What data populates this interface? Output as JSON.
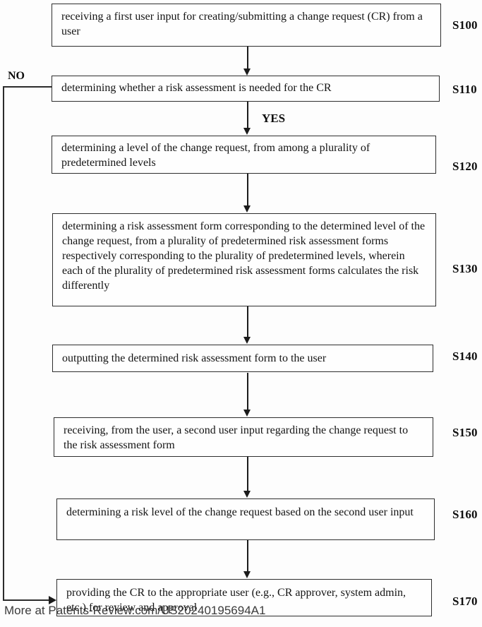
{
  "page": {
    "watermark": "More at Patents-Review.com/US20240195694A1"
  },
  "flowchart": {
    "no_label": "NO",
    "yes_label": "YES",
    "steps": [
      {
        "id": "S100",
        "text": "receiving a first user input for creating/submitting a change request (CR) from a user"
      },
      {
        "id": "S110",
        "text": "determining whether a risk assessment is needed for the CR"
      },
      {
        "id": "S120",
        "text": "determining a level of the change request, from among a plurality of predetermined levels"
      },
      {
        "id": "S130",
        "text": "determining a risk assessment form corresponding to the determined level of the change request, from a plurality of predetermined risk assessment forms respectively corresponding to the plurality of predetermined levels, wherein each of the plurality of predetermined risk assessment forms calculates the risk differently"
      },
      {
        "id": "S140",
        "text": "outputting the determined risk assessment form to the user"
      },
      {
        "id": "S150",
        "text": "receiving, from the user, a second user input regarding the change request to the risk assessment form"
      },
      {
        "id": "S160",
        "text": "determining a risk level of the change request based on the second user input"
      },
      {
        "id": "S170",
        "text": "providing the CR to the appropriate user (e.g., CR approver, system admin, etc.) for review and approval"
      }
    ]
  }
}
